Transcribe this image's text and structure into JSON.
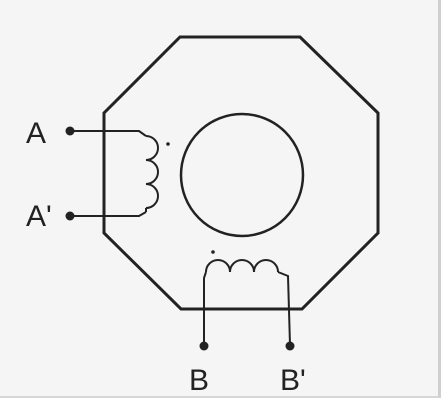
{
  "terminals": {
    "a": "A",
    "a_prime": "A'",
    "b": "B",
    "b_prime": "B'"
  },
  "colors": {
    "stroke": "#222222",
    "background": "#f5f5f5"
  }
}
